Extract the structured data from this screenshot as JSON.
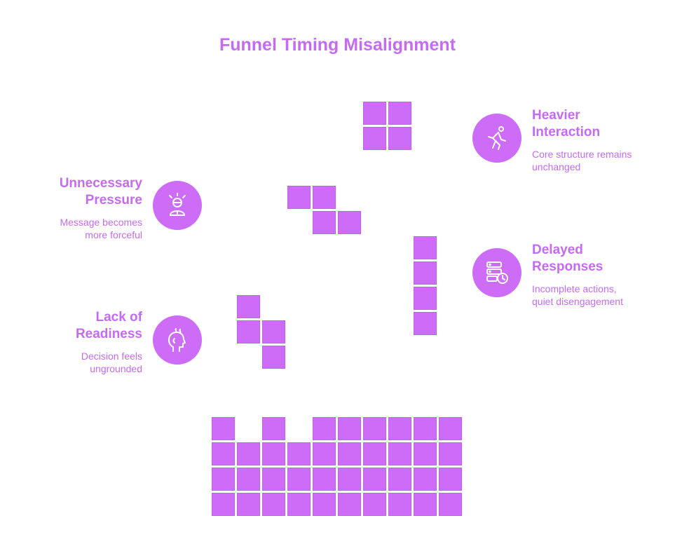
{
  "title": "Funnel Timing Misalignment",
  "colors": {
    "accent": "#c56bf2",
    "block": "#cc6cf7"
  },
  "items": [
    {
      "key": "heavier-interaction",
      "heading_l1": "Heavier",
      "heading_l2": "Interaction",
      "desc_l1": "Core structure remains",
      "desc_l2": "unchanged",
      "icon": "person-pushing-icon"
    },
    {
      "key": "unnecessary-pressure",
      "heading_l1": "Unnecessary",
      "heading_l2": "Pressure",
      "desc_l1": "Message becomes",
      "desc_l2": "more forceful",
      "icon": "stressed-person-icon"
    },
    {
      "key": "delayed-responses",
      "heading_l1": "Delayed",
      "heading_l2": "Responses",
      "desc_l1": "Incomplete actions,",
      "desc_l2": "quiet disengagement",
      "icon": "server-clock-icon"
    },
    {
      "key": "lack-of-readiness",
      "heading_l1": "Lack of",
      "heading_l2": "Readiness",
      "desc_l1": "Decision feels",
      "desc_l2": "ungrounded",
      "icon": "head-thinking-icon"
    }
  ]
}
